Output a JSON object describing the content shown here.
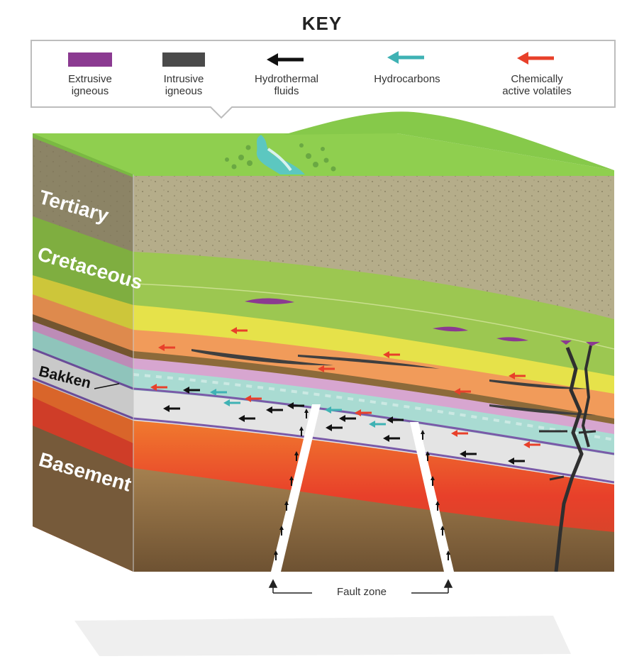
{
  "key": {
    "title": "KEY",
    "items": [
      {
        "line1": "Extrusive",
        "line2": "igneous",
        "swatch_color": "#8b3a91",
        "kind": "swatch"
      },
      {
        "line1": "Intrusive",
        "line2": "igneous",
        "swatch_color": "#4a4a4a",
        "kind": "swatch"
      },
      {
        "line1": "Hydrothermal",
        "line2": "fluids",
        "arrow_color": "#111111",
        "kind": "arrow"
      },
      {
        "line1": "Hydrocarbons",
        "line2": "",
        "arrow_color": "#3fb2b4",
        "kind": "arrow"
      },
      {
        "line1": "Chemically",
        "line2": "active volatiles",
        "arrow_color": "#e8402a",
        "kind": "arrow"
      }
    ]
  },
  "layers": {
    "tertiary": "Tertiary",
    "cretaceous": "Cretaceous",
    "bakken": "Bakken",
    "basement": "Basement"
  },
  "fault_zone_label": "Fault zone",
  "colors": {
    "tertiary": "#b5ad8a",
    "cretaceous_green": "#9cc751",
    "yellow": "#e6e24a",
    "orange": "#f19b5a",
    "brown": "#8c6a3a",
    "pink": "#d7a6d0",
    "teal": "#a9dbd2",
    "bakken_grey": "#e4e4e4",
    "bakken_line": "#7a5aa8",
    "basement_orange": "#f07a2e",
    "basement_red": "#e8402a",
    "basement_brown": "#8a6a44",
    "surface_green": "#8fcf4f"
  }
}
